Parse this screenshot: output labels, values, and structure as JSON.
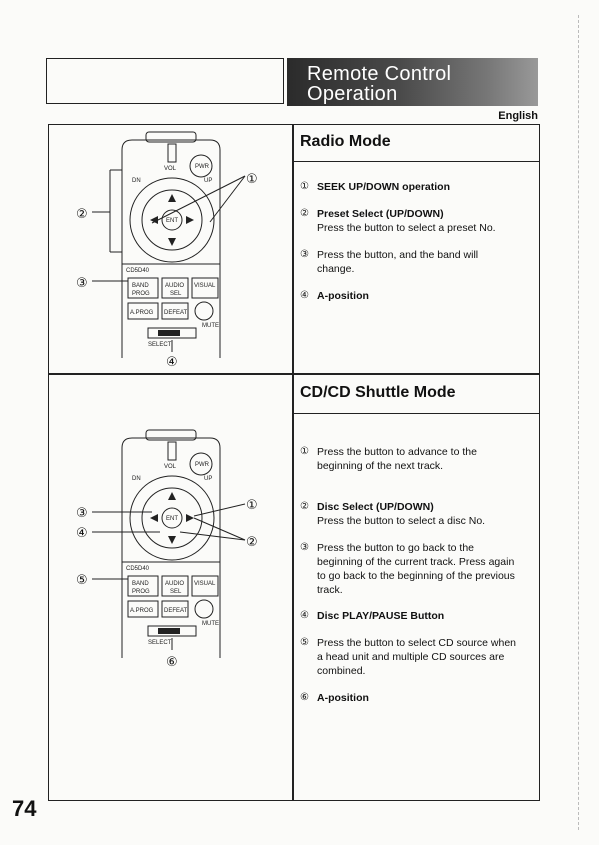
{
  "header": {
    "banner_line1": "Remote Control",
    "banner_line2": "Operation",
    "language": "English"
  },
  "page_number": "74",
  "radio": {
    "title": "Radio Mode",
    "items": [
      {
        "num": "①",
        "title": "SEEK UP/DOWN operation",
        "desc": ""
      },
      {
        "num": "②",
        "title": "Preset Select (UP/DOWN)",
        "desc": "Press the button to select a preset No."
      },
      {
        "num": "③",
        "title": "",
        "desc": "Press the button, and the band will change."
      },
      {
        "num": "④",
        "title": "A-position",
        "desc": ""
      }
    ]
  },
  "cd": {
    "title": "CD/CD Shuttle Mode",
    "items": [
      {
        "num": "①",
        "title": "",
        "desc": "Press the button to advance to the beginning of the next track."
      },
      {
        "num": "②",
        "title": "Disc Select (UP/DOWN)",
        "desc": "Press the button to select a disc No."
      },
      {
        "num": "③",
        "title": "",
        "desc": "Press the button to go back to the beginning of the current track. Press again to go back to the beginning of the previous track."
      },
      {
        "num": "④",
        "title": "Disc PLAY/PAUSE Button",
        "desc": ""
      },
      {
        "num": "⑤",
        "title": "",
        "desc": "Press the button to select CD source when a head unit and multiple CD sources are combined."
      },
      {
        "num": "⑥",
        "title": "A-position",
        "desc": ""
      }
    ]
  },
  "remote": {
    "vol": "VOL",
    "pwr": "PWR",
    "dn": "DN",
    "up": "UP",
    "ent": "ENT",
    "model": "CD5D40",
    "band": "BAND",
    "prog": "PROG",
    "audio": "AUDIO",
    "sel": "SEL",
    "visual": "VISUAL",
    "aprog": "A.PROG",
    "defeat": "DEFEAT",
    "mute": "MUTE",
    "select": "SELECT"
  },
  "callouts": {
    "c1": "①",
    "c2": "②",
    "c3": "③",
    "c4": "④",
    "c5": "⑤",
    "c6": "⑥"
  }
}
